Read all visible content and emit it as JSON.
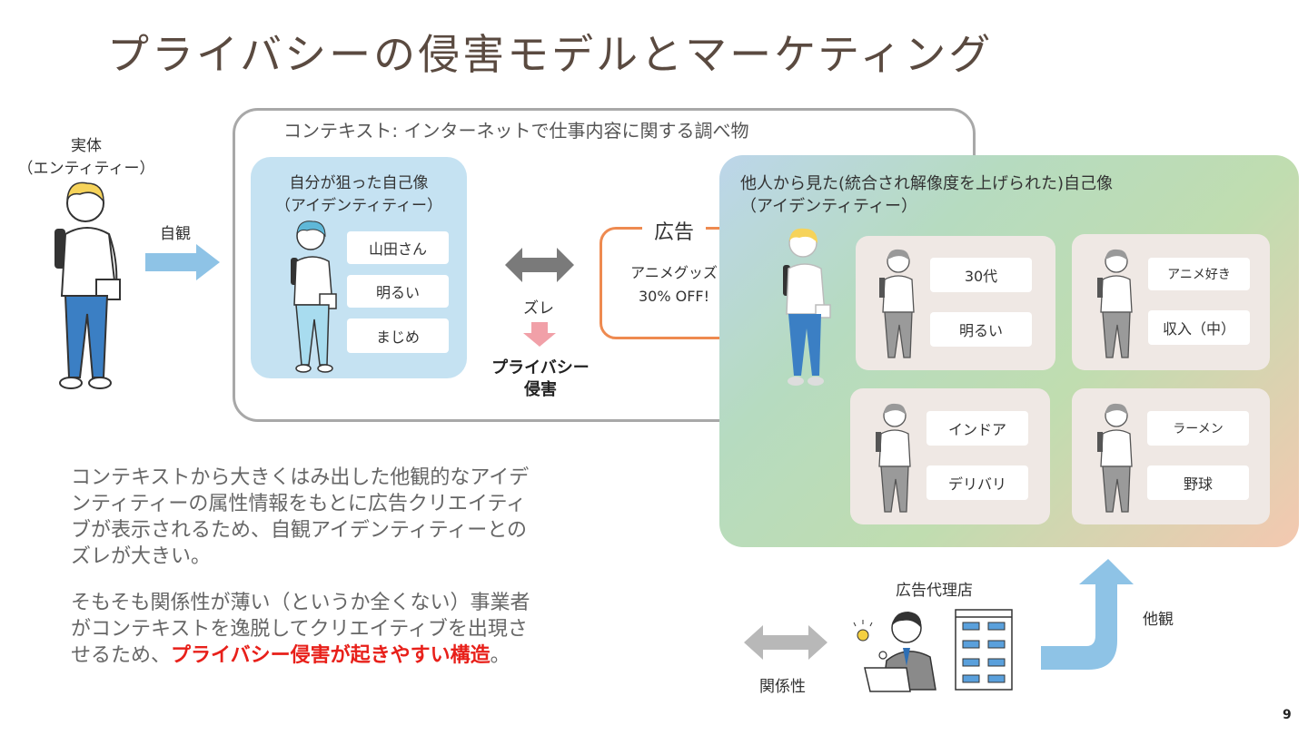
{
  "title": "プライバシーの侵害モデルとマーケティング",
  "entity": {
    "line1": "実体",
    "line2": "（エンティティー）"
  },
  "self_view_label": "自観",
  "context_title": "コンテキスト: インターネットで仕事内容に関する調べ物",
  "self_identity": {
    "title_line1": "自分が狙った自己像",
    "title_line2": "（アイデンティティー）",
    "tags": [
      "山田さん",
      "明るい",
      "まじめ"
    ]
  },
  "gap_label": "ズレ",
  "privacy_label": {
    "line1": "プライバシー",
    "line2": "侵害"
  },
  "ad": {
    "label": "広告",
    "line1": "アニメグッズ",
    "line2": "30% OFF!"
  },
  "other_identity": {
    "title_line1": "他人から見た(統合され解像度を上げられた)自己像",
    "title_line2": "（アイデンティティー）",
    "cards": [
      {
        "tags": [
          "30代",
          "明るい"
        ]
      },
      {
        "tags": [
          "アニメ好き",
          "収入（中）"
        ]
      },
      {
        "tags": [
          "インドア",
          "デリバリ"
        ]
      },
      {
        "tags": [
          "ラーメン",
          "野球"
        ]
      }
    ]
  },
  "body": {
    "para1_line1": "コンテキストから大きくはみ出した他観的なアイデ",
    "para1_line2": "ンティティーの属性情報をもとに広告クリエイティ",
    "para1_line3": "ブが表示されるため、自観アイデンティティーとの",
    "para1_line4": "ズレが大きい。",
    "para2_line1": "そもそも関係性が薄い（というか全くない）事業者",
    "para2_line2": "がコンテキストを逸脱してクリエイティブを出現さ",
    "para2_line3_pre": "せるため、",
    "para2_line3_highlight": "プライバシー侵害が起きやすい構造",
    "para2_line3_post": "。"
  },
  "agency_label": "広告代理店",
  "relation_label": "関係性",
  "other_view_label": "他観",
  "page_number": "9",
  "colors": {
    "accent_red": "#e8201a",
    "ad_border": "#ee8a50",
    "self_box": "#c5e2f2",
    "arrow_blue": "#8ec3e6"
  }
}
